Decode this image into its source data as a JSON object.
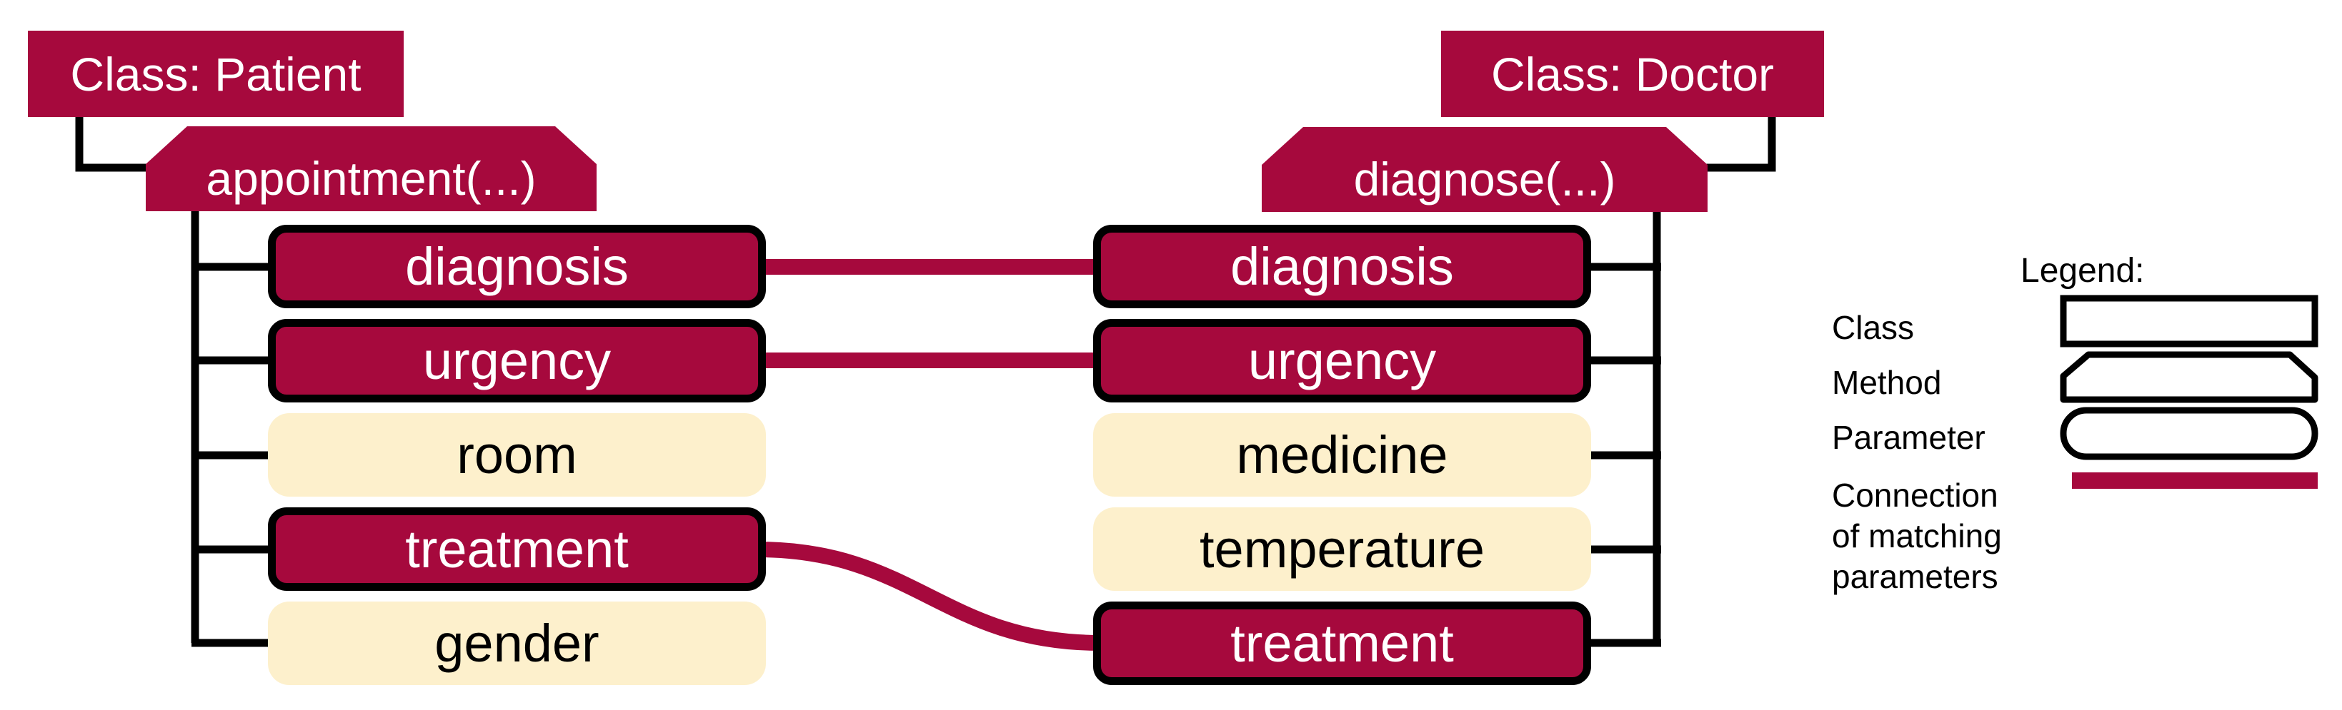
{
  "patient": {
    "class_label": "Class: Patient",
    "method_label": "appointment(...)",
    "parameters": [
      {
        "label": "diagnosis",
        "matched": true
      },
      {
        "label": "urgency",
        "matched": true
      },
      {
        "label": "room",
        "matched": false
      },
      {
        "label": "treatment",
        "matched": true
      },
      {
        "label": "gender",
        "matched": false
      }
    ]
  },
  "doctor": {
    "class_label": "Class: Doctor",
    "method_label": "diagnose(...)",
    "parameters": [
      {
        "label": "diagnosis",
        "matched": true
      },
      {
        "label": "urgency",
        "matched": true
      },
      {
        "label": "medicine",
        "matched": false
      },
      {
        "label": "temperature",
        "matched": false
      },
      {
        "label": "treatment",
        "matched": true
      }
    ]
  },
  "connections": [
    {
      "from": "patient.appointment.diagnosis",
      "to": "doctor.diagnose.diagnosis",
      "style": "straight"
    },
    {
      "from": "patient.appointment.urgency",
      "to": "doctor.diagnose.urgency",
      "style": "straight"
    },
    {
      "from": "patient.appointment.treatment",
      "to": "doctor.diagnose.treatment",
      "style": "s-curve"
    }
  ],
  "legend": {
    "title": "Legend:",
    "items": [
      {
        "label": "Class",
        "shape": "rectangle"
      },
      {
        "label": "Method",
        "shape": "chamfered-rectangle"
      },
      {
        "label": "Parameter",
        "shape": "rounded-rectangle"
      },
      {
        "label": "Connection of matching parameters",
        "shape": "thick-red-line",
        "lines": [
          "Connection",
          "of matching",
          "parameters"
        ]
      }
    ]
  },
  "colors": {
    "accent_red": "#A6093D",
    "unmatched_cream": "#FDF0CC",
    "outline_black": "#000000",
    "text_on_red": "#FFFFFF",
    "background": "#FFFFFF"
  }
}
